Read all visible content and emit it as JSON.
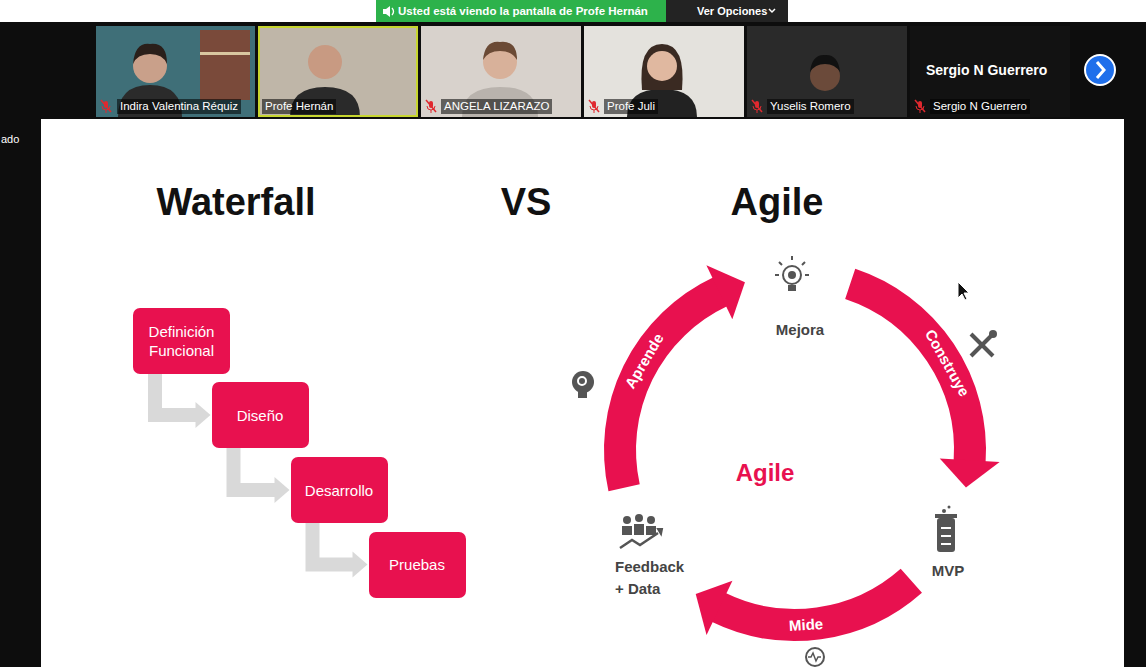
{
  "diagram": {
    "nodes": [
      {
        "text": [
          "Definición Funcional"
        ]
      },
      {
        "text": [
          "Diseño"
        ]
      },
      {
        "text": [
          "Desarrollo"
        ]
      },
      {
        "text": [
          "Pruebas"
        ]
      },
      {
        "text": [
          "Mejora"
        ]
      },
      {
        "text": [
          "MVP"
        ]
      },
      {
        "text": [
          "Feedback + Data"
        ]
      }
    ],
    "edges": [
      {
        "from": 0,
        "to": 1,
        "arrow": "to"
      },
      {
        "from": 1,
        "to": 2,
        "arrow": "to"
      },
      {
        "from": 2,
        "to": 3,
        "arrow": "to"
      },
      {
        "from": 4,
        "to": 5,
        "label": "Construye",
        "arrow": "to"
      },
      {
        "from": 5,
        "to": 6,
        "label": "Mide",
        "arrow": "to"
      },
      {
        "from": 6,
        "to": 4,
        "label": "Aprende",
        "arrow": "to"
      }
    ],
    "labels": [
      "Usted está viendo la pantalla de Profe Hernán",
      "Ver Opciones",
      "Indira Valentina Réquiz",
      "Profe Hernán",
      "ANGELA LIZARAZO",
      "Profe Juli",
      "Yuselis Romero",
      "Sergio N Guerrero",
      "Sergio N Guerrero",
      "ado",
      "Waterfall",
      "VS",
      "Agile",
      "Agile"
    ]
  }
}
